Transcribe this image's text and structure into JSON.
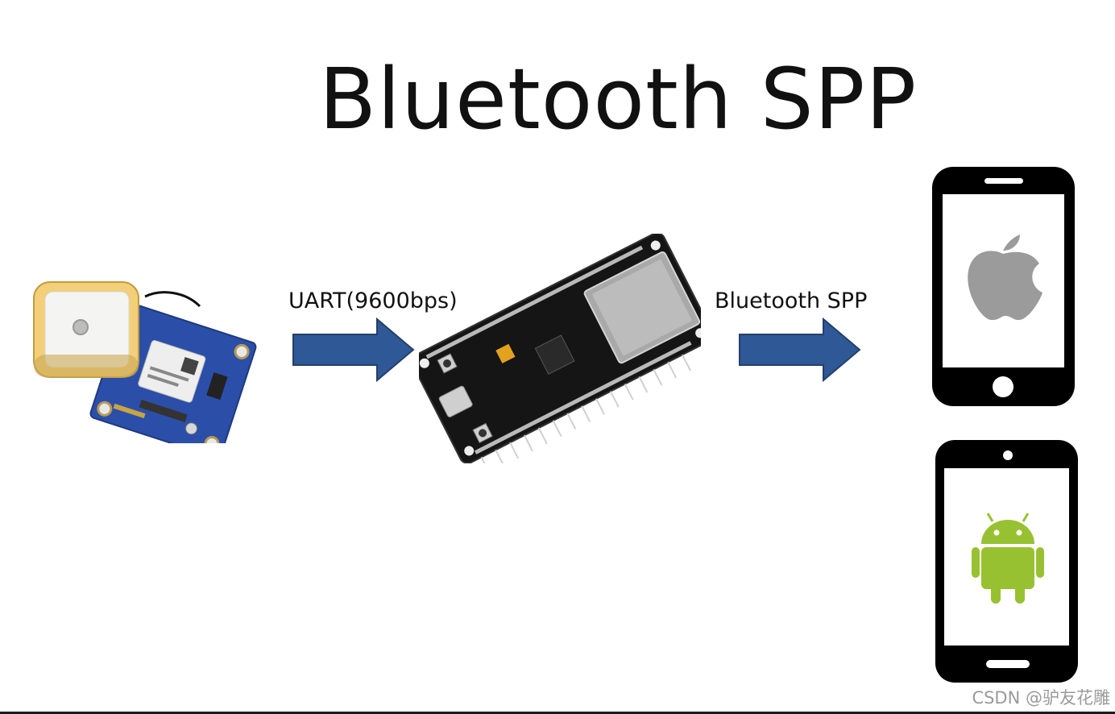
{
  "diagram": {
    "title": "Bluetooth SPP",
    "links": [
      {
        "label": "UART(9600bps)"
      },
      {
        "label": "Bluetooth SPP"
      }
    ],
    "colors": {
      "arrow_fill": "#2f5896",
      "arrow_stroke": "#243f6b",
      "gps_board": "#2b4fa8",
      "antenna_ring": "#f2cf78",
      "esp32_board": "#151515",
      "phone_body": "#000000",
      "apple_logo": "#9b9b9b",
      "android_logo": "#98c131"
    },
    "icons": {
      "gps": "gps-module-icon",
      "mcu": "esp32-board-icon",
      "ios": "apple-logo-icon",
      "android": "android-robot-icon"
    }
  },
  "watermark": "CSDN @驴友花雕"
}
